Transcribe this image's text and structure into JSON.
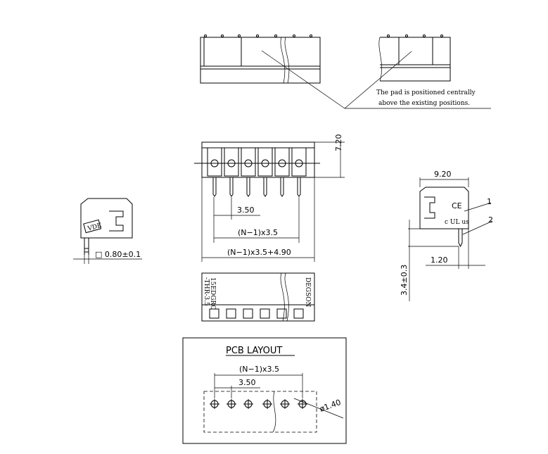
{
  "note": {
    "line1": "The pad is positioned centrally",
    "line2": "above the existing positions."
  },
  "front_view": {
    "height_dim": "7.20",
    "pitch_dim": "3.50",
    "span_dim": "(N−1)x3.5",
    "total_dim": "(N−1)x3.5+4.90"
  },
  "side_left": {
    "pin_dim": "□ 0.80±0.1"
  },
  "side_right": {
    "width_dim": "9.20",
    "callout_1": "1",
    "callout_2": "2",
    "offset_dim": "1.20",
    "pin_len_dim": "3.4±0.3"
  },
  "bottom_view": {
    "marking_left_1": "15EDGRC",
    "marking_left_2": "-THR-3.5",
    "marking_right": "DEGSON"
  },
  "pcb": {
    "title": "PCB LAYOUT",
    "span_dim": "(N−1)x3.5",
    "pitch_dim": "3.50",
    "hole_dim": "ø1.40"
  }
}
